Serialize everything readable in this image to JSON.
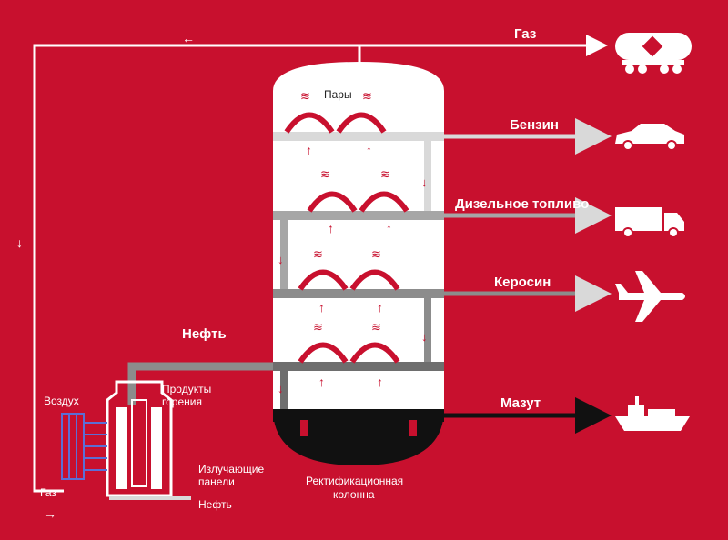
{
  "colors": {
    "background": "#c8102e",
    "column": "#ffffff",
    "pipe_light": "#d9d9d9",
    "pipe_mid": "#a6a6a6",
    "pipe_dark": "#6e6e6e",
    "residue": "#111111",
    "air_pipe": "#5b6fd6"
  },
  "labels": {
    "gas_top": "Газ",
    "vapors": "Пары",
    "benzin": "Бензин",
    "diesel": "Дизельное топливо",
    "kerosene": "Керосин",
    "neft_main": "Нефть",
    "mazut": "Мазут",
    "combustion_line1": "Продукты",
    "combustion_line2": "горения",
    "air": "Воздух",
    "radiant_line1": "Излучающие",
    "radiant_line2": "панели",
    "neft_small": "Нефть",
    "gas_bottom": "Газ",
    "column_line1": "Ректификационная",
    "column_line2": "колонна"
  },
  "icons": {
    "gas": "tanker-wagon-icon",
    "benzin": "car-icon",
    "diesel": "truck-icon",
    "kerosene": "airplane-icon",
    "mazut": "ship-icon"
  }
}
